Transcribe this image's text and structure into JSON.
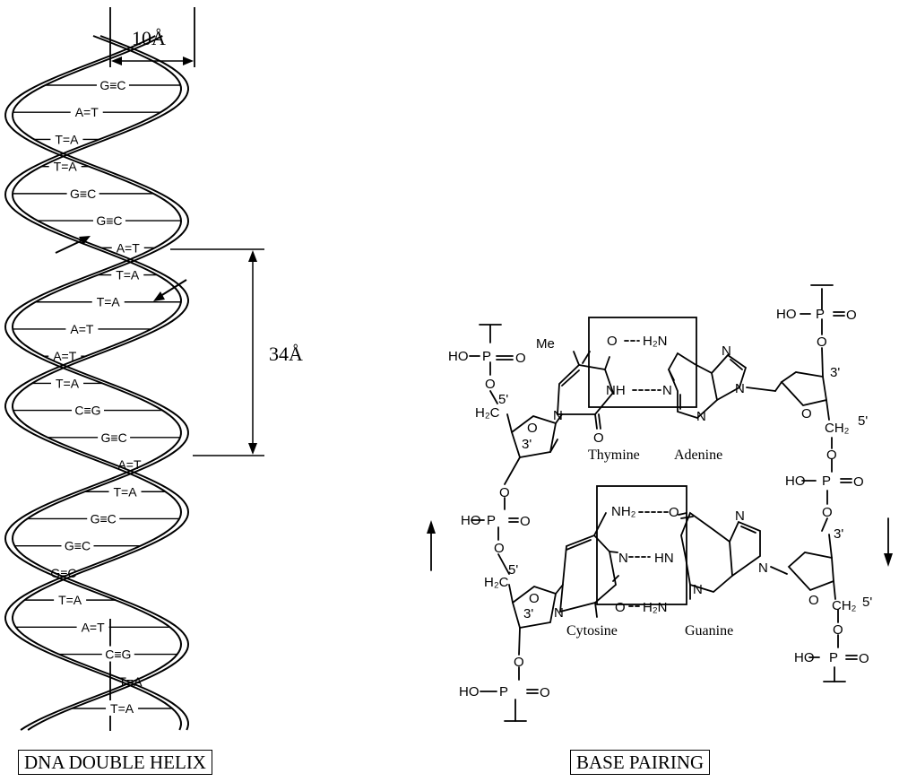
{
  "helix": {
    "caption": "DNA DOUBLE HELIX",
    "width_label": "10Å",
    "pitch_label": "34Å",
    "pairs": [
      "G≡C",
      "A=T",
      "T=A",
      "T=A",
      "G≡C",
      "G≡C",
      "A=T",
      "T=A",
      "T=A",
      "A=T",
      "A=T",
      "T=A",
      "C≡G",
      "G≡C",
      "A=T",
      "T=A",
      "G≡C",
      "G≡C",
      "G≡C",
      "T=A",
      "A=T",
      "C≡G",
      "T=A",
      "T=A"
    ]
  },
  "base_pairing": {
    "caption": "BASE PAIRING",
    "names": {
      "thymine": "Thymine",
      "adenine": "Adenine",
      "cytosine": "Cytosine",
      "guanine": "Guanine"
    },
    "atoms": {
      "ho_p": "HO",
      "p": "P",
      "o": "O",
      "me": "Me",
      "n": "N",
      "nh": "NH",
      "hn": "HN",
      "h2n": "H₂N",
      "nh2": "NH₂",
      "h2c": "H₂C",
      "ch2": "CH₂",
      "c5": "5'",
      "c3": "3'"
    }
  }
}
